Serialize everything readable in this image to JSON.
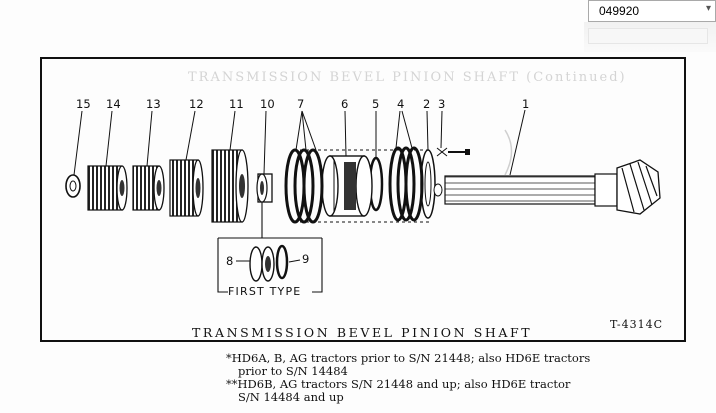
{
  "dropdown": {
    "value": "049920"
  },
  "figure": {
    "caption": "TRANSMISSION BEVEL PINION SHAFT",
    "code": "T-4314C",
    "first_type_label": "FIRST TYPE",
    "callouts": [
      "1",
      "2",
      "3",
      "4",
      "5",
      "6",
      "7",
      "8",
      "9",
      "10",
      "11",
      "12",
      "13",
      "14",
      "15"
    ]
  },
  "notes": [
    {
      "line1": "*HD6A, B, AG tractors prior to S/N 21448; also HD6E tractors",
      "line2": "prior to S/N 14484"
    },
    {
      "line1": "**HD6B, AG tractors S/N 21448 and up; also HD6E tractor",
      "line2": "S/N 14484 and up"
    }
  ],
  "colors": {
    "ink": "#111111",
    "paper": "#fdfdfd"
  }
}
